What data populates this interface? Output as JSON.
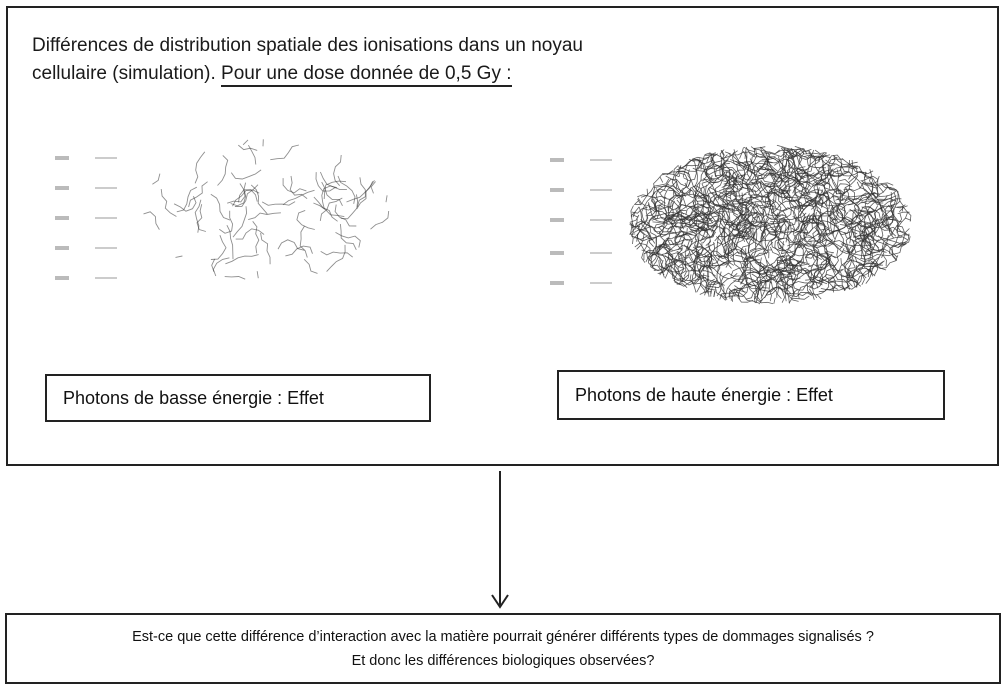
{
  "title": {
    "line1": "Différences de distribution spatiale des ionisations dans un noyau",
    "line2_plain": "cellulaire (simulation). ",
    "line2_underlined": "Pour une dose donnée de 0,5 Gy :"
  },
  "panels": {
    "left": {
      "label": "Photons de basse énergie : Effet",
      "density": "sparse"
    },
    "right": {
      "label": "Photons de haute énergie : Effet",
      "density": "dense"
    }
  },
  "question": {
    "line1": "Est-ce que cette différence d’interaction avec la matière pourrait générer différents types de dommages signalisés ?",
    "line2": "Et donc les différences biologiques observées?"
  },
  "colors": {
    "border": "#222222",
    "track": "#333333"
  }
}
